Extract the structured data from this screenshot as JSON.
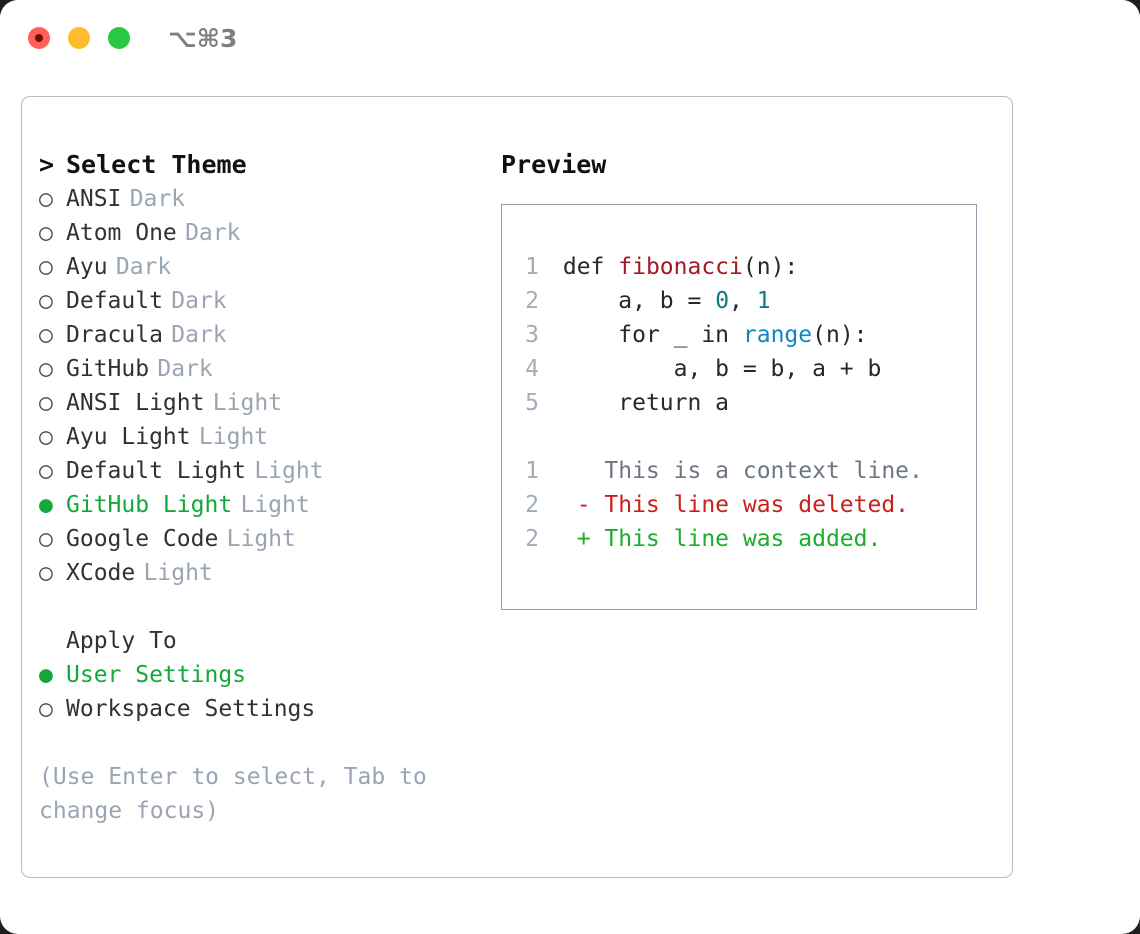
{
  "titlebar": {
    "shortcut": "⌥⌘3",
    "buttons": [
      {
        "name": "close",
        "color": "#ff5f57"
      },
      {
        "name": "minimize",
        "color": "#ffbd2e"
      },
      {
        "name": "maximize",
        "color": "#28c840"
      }
    ]
  },
  "theme_picker": {
    "header": "Select Theme",
    "caret": ">",
    "markers": {
      "selected": "●",
      "unselected": "○"
    },
    "items": [
      {
        "label": "ANSI",
        "variant": "Dark",
        "selected": false
      },
      {
        "label": "Atom One",
        "variant": "Dark",
        "selected": false
      },
      {
        "label": "Ayu",
        "variant": "Dark",
        "selected": false
      },
      {
        "label": "Default",
        "variant": "Dark",
        "selected": false
      },
      {
        "label": "Dracula",
        "variant": "Dark",
        "selected": false
      },
      {
        "label": "GitHub",
        "variant": "Dark",
        "selected": false
      },
      {
        "label": "ANSI Light",
        "variant": "Light",
        "selected": false
      },
      {
        "label": "Ayu Light",
        "variant": "Light",
        "selected": false
      },
      {
        "label": "Default Light",
        "variant": "Light",
        "selected": false
      },
      {
        "label": "GitHub Light",
        "variant": "Light",
        "selected": true
      },
      {
        "label": "Google Code",
        "variant": "Light",
        "selected": false
      },
      {
        "label": "XCode",
        "variant": "Light",
        "selected": false
      }
    ]
  },
  "apply_to": {
    "header": "Apply To",
    "items": [
      {
        "label": "User Settings",
        "selected": true
      },
      {
        "label": "Workspace Settings",
        "selected": false
      }
    ]
  },
  "hint": "(Use Enter to select, Tab to change focus)",
  "preview": {
    "title": "Preview",
    "code_lines": [
      {
        "num": "1",
        "indent": "",
        "tokens": [
          {
            "t": "def ",
            "c": "plain"
          },
          {
            "t": "fibonacci",
            "c": "fn"
          },
          {
            "t": "(n):",
            "c": "plain"
          }
        ]
      },
      {
        "num": "2",
        "indent": "    ",
        "tokens": [
          {
            "t": "a, b = ",
            "c": "plain"
          },
          {
            "t": "0",
            "c": "num"
          },
          {
            "t": ", ",
            "c": "plain"
          },
          {
            "t": "1",
            "c": "num"
          }
        ]
      },
      {
        "num": "3",
        "indent": "    ",
        "tokens": [
          {
            "t": "for _ in ",
            "c": "plain"
          },
          {
            "t": "range",
            "c": "call"
          },
          {
            "t": "(n):",
            "c": "plain"
          }
        ]
      },
      {
        "num": "4",
        "indent": "        ",
        "tokens": [
          {
            "t": "a, b = b, a + b",
            "c": "plain"
          }
        ]
      },
      {
        "num": "5",
        "indent": "    ",
        "tokens": [
          {
            "t": "return a",
            "c": "plain"
          }
        ]
      }
    ],
    "diff_lines": [
      {
        "num": "1",
        "sign": " ",
        "text": "This is a context line.",
        "kind": "ctx"
      },
      {
        "num": "2",
        "sign": "-",
        "text": "This line was deleted.",
        "kind": "del"
      },
      {
        "num": "2",
        "sign": "+",
        "text": "This line was added.",
        "kind": "add"
      }
    ]
  },
  "colors": {
    "accent_green": "#14a83a",
    "muted": "#9aa4b2",
    "panel_border": "#b3bcc9",
    "preview_border": "#93a0ad",
    "fn_red": "#a01b26",
    "num_teal": "#0d7c80",
    "call_blue": "#1184c8",
    "diff_add": "#1aae29",
    "diff_del": "#cc1f1a",
    "line_number": "#a3adb8"
  }
}
